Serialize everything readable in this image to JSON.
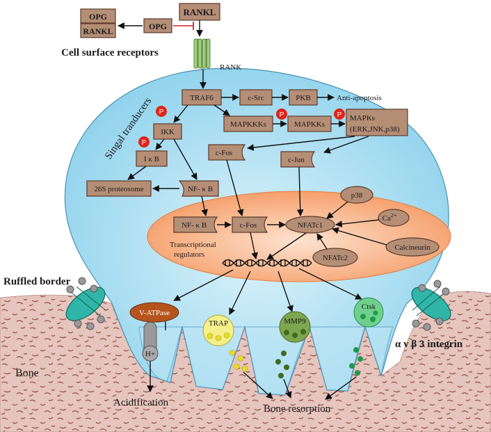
{
  "receptor": {
    "rankl_top": "RANKL",
    "opg_mid": "OPG",
    "opg_complex": "OPG",
    "rankl_complex": "RANKL",
    "section_label": "Cell surface receptors",
    "rank_label": "RANK"
  },
  "transducers": {
    "section_label": "Singal tranducers",
    "traf6": "TRAF6",
    "csrc": "c-Src",
    "pkb": "PKB",
    "anti_apoptosis": "Anti-apoptosis",
    "ikk": "IKK",
    "ikb": "I κ B",
    "mapkkks": "MAPKKKs",
    "mapkks": "MAPKKs",
    "mapks_line1": "MAPKs",
    "mapks_line2": "(ERK,JNK,p38)",
    "cfos": "c-Fos",
    "cjun": "c-Jun",
    "proteosome": "26S proteosome",
    "nfkb": "NF- κ B",
    "phospho": "P"
  },
  "nucleus": {
    "label_line1": "Transcriptional",
    "label_line2": "regulators",
    "nfkb": "NF- κ B",
    "cfos": "c-Fos",
    "nfatc1": "NFATc1",
    "nfatc2": "NFATc2",
    "p38": "p38",
    "ca": "Ca",
    "ca_sup": "2+",
    "calcineurin": "Calcineurin"
  },
  "effectors": {
    "vatpase": "V-ATPase",
    "hplus": "H+",
    "trap": "TRAP",
    "mmp9": "MMP9",
    "ctsk": "Ctsk"
  },
  "outcomes": {
    "ruffled_border": "Ruffled border",
    "bone": "Bone",
    "integrin": "α v β 3 integrin",
    "acidification": "Acidification",
    "bone_resorption": "Bone resorption"
  },
  "colors": {
    "cell_fill": "#aee0f2",
    "nucleus_fill": "#f7a777",
    "box_fill": "#b58e76",
    "phospho_fill": "#e02318",
    "bone_fill": "#e3c1b8",
    "integrin_fill": "#2fb6a8",
    "vatpase_fill": "#b5541c",
    "trap_fill": "#f4f08a",
    "mmp9_fill": "#7da64f",
    "ctsk_fill": "#3fb86a"
  }
}
